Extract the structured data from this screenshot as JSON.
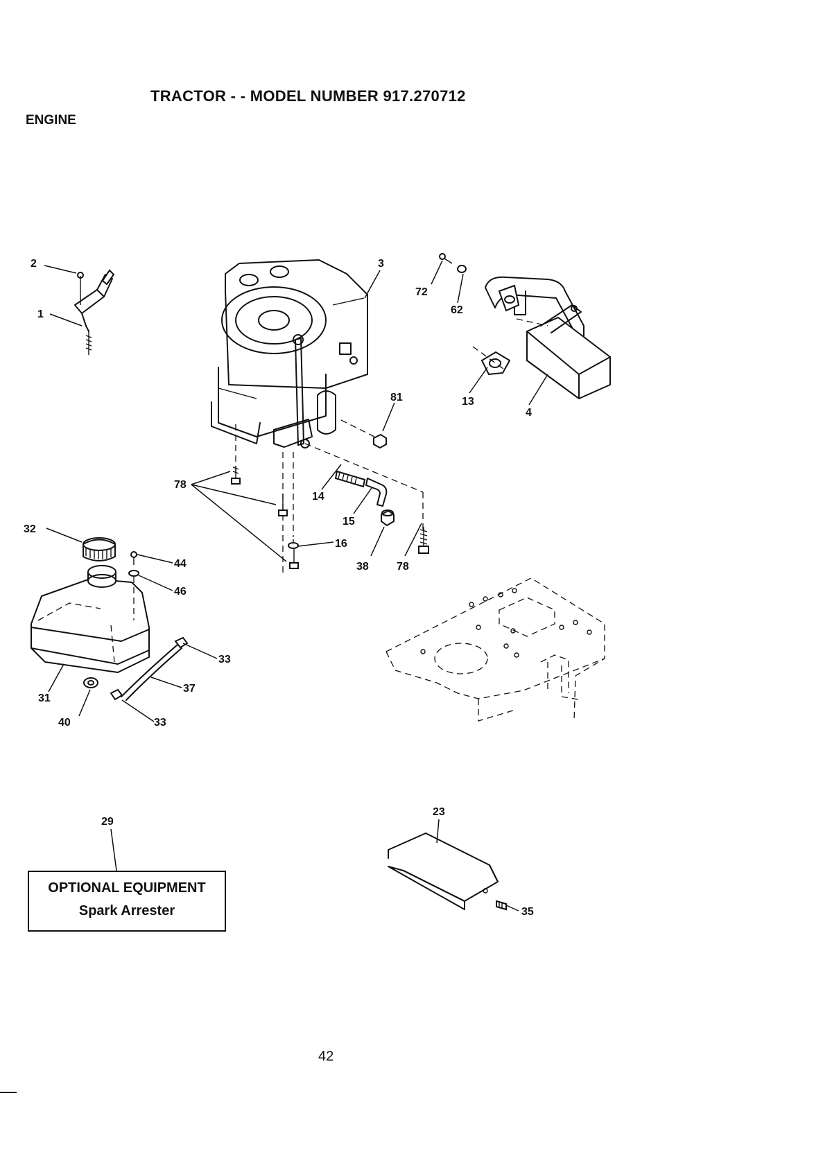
{
  "header": {
    "title": "TRACTOR - - MODEL NUMBER 917.270712",
    "section": "ENGINE"
  },
  "callouts": {
    "c1": "1",
    "c2": "2",
    "c3": "3",
    "c4": "4",
    "c13": "13",
    "c14": "14",
    "c15": "15",
    "c16": "16",
    "c23": "23",
    "c29": "29",
    "c31": "31",
    "c32": "32",
    "c33a": "33",
    "c33b": "33",
    "c35": "35",
    "c37": "37",
    "c38": "38",
    "c40": "40",
    "c44": "44",
    "c46": "46",
    "c62": "62",
    "c72": "72",
    "c78a": "78",
    "c78b": "78",
    "c81": "81"
  },
  "optional_equipment": {
    "title": "OPTIONAL EQUIPMENT",
    "item": "Spark Arrester"
  },
  "footer": {
    "page_number": "42"
  }
}
